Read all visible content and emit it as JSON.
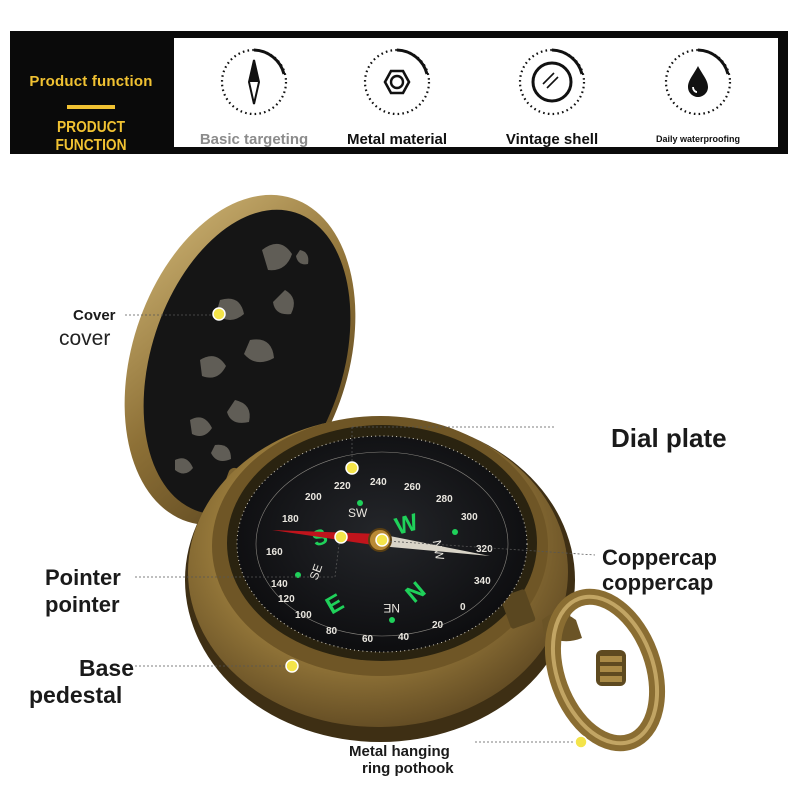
{
  "banner": {
    "title": "Product function",
    "subtitle": "PRODUCT FUNCTION",
    "features": [
      {
        "label": "Basic targeting",
        "icon": "compass-needle-icon"
      },
      {
        "label": "Metal material",
        "icon": "hex-nut-icon"
      },
      {
        "label": "Vintage shell",
        "icon": "glass-lens-icon"
      },
      {
        "label": "Daily waterproofing",
        "icon": "water-drop-icon"
      }
    ]
  },
  "callouts": {
    "cover_en": "Cover",
    "cover_cn": "cover",
    "dial": "Dial plate",
    "coppercap_1": "Coppercap",
    "coppercap_2": "coppercap",
    "pointer_1": "Pointer",
    "pointer_2": "pointer",
    "base_1": "Base",
    "base_2": "pedestal",
    "hanging_1": "Metal hanging",
    "hanging_2": "ring pothook"
  },
  "dial": {
    "degrees": [
      "140",
      "160",
      "180",
      "200",
      "220",
      "240",
      "260",
      "280",
      "300",
      "320",
      "340",
      "0",
      "20",
      "40",
      "60",
      "80",
      "100",
      "120"
    ],
    "cardinals": {
      "north": "N",
      "south": "S",
      "east": "E",
      "west": "W"
    },
    "intercardinals": {
      "sw": "SW",
      "se": "SE",
      "ne": "NE",
      "nw": "NW"
    }
  },
  "colors": {
    "banner_bg": "#0a0a0a",
    "banner_accent": "#f1c232",
    "brass": "#a88a4a",
    "dial_face": "#16161a",
    "luminous_green": "#1fd15a",
    "needle_red": "#c0141c",
    "marker_yellow": "#f4e44a"
  }
}
